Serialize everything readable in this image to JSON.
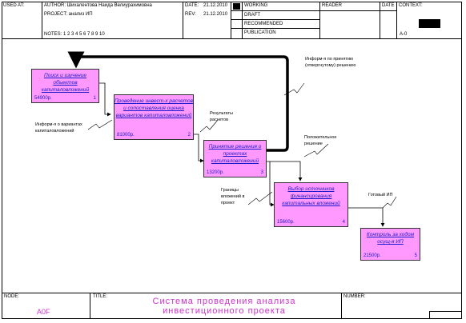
{
  "header": {
    "used_at": "USED AT:",
    "author": "AUTHOR: Шихалентова Наида Велиурахимовна",
    "project": "PROJECT: анализ ИП",
    "notes": "NOTES: 1 2 3 4 5 6 7 8 9 10",
    "date_label": "DATE:",
    "date_value": "21.12.2010",
    "rev_label": "REV:",
    "rev_value": "21.12.2010",
    "status": [
      "WORKING",
      "DRAFT",
      "RECOMMENDED",
      "PUBLICATION"
    ],
    "reader": "READER",
    "reader_date": "DATE",
    "context": "CONTEXT:",
    "context_node": "A-0"
  },
  "boxes": [
    {
      "title": "Поиск и изучение объектов капиталовложений",
      "cost": "54900р.",
      "num": "1"
    },
    {
      "title": "Проведение инвест-х расчетов и сопоставления оценка вариантов капиталовложений",
      "cost": "81000р.",
      "num": "2"
    },
    {
      "title": "Принятие решения о проектах капиталовложений",
      "cost": "13200р.",
      "num": "3"
    },
    {
      "title": "Выбор источников финансирования капитальных вложений",
      "cost": "15600р.",
      "num": "4"
    },
    {
      "title": "Контроль за ходом осущ-я ИП",
      "cost": "21500р.",
      "num": "5"
    }
  ],
  "labels": {
    "feedback": "Информ-я по принятию (отвергнутому) решению",
    "info_variants": "Информ-я о вариантах капиталовложений",
    "calc_results": "Результаты расчетов",
    "decision": "Положительное решение",
    "limits": "Границы вложений в проект",
    "ready_ip": "Готовый ИП"
  },
  "footer": {
    "node_label": "NODE:",
    "node_value": "A0F",
    "title_label": "TITLE:",
    "title_value": "Система проведения анализа инвестиционного проекта",
    "number_label": "NUMBER:"
  },
  "colors": {
    "box_fill": "#ff99ff",
    "box_text": "#1a1acc",
    "footer_title": "#cc33cc"
  }
}
